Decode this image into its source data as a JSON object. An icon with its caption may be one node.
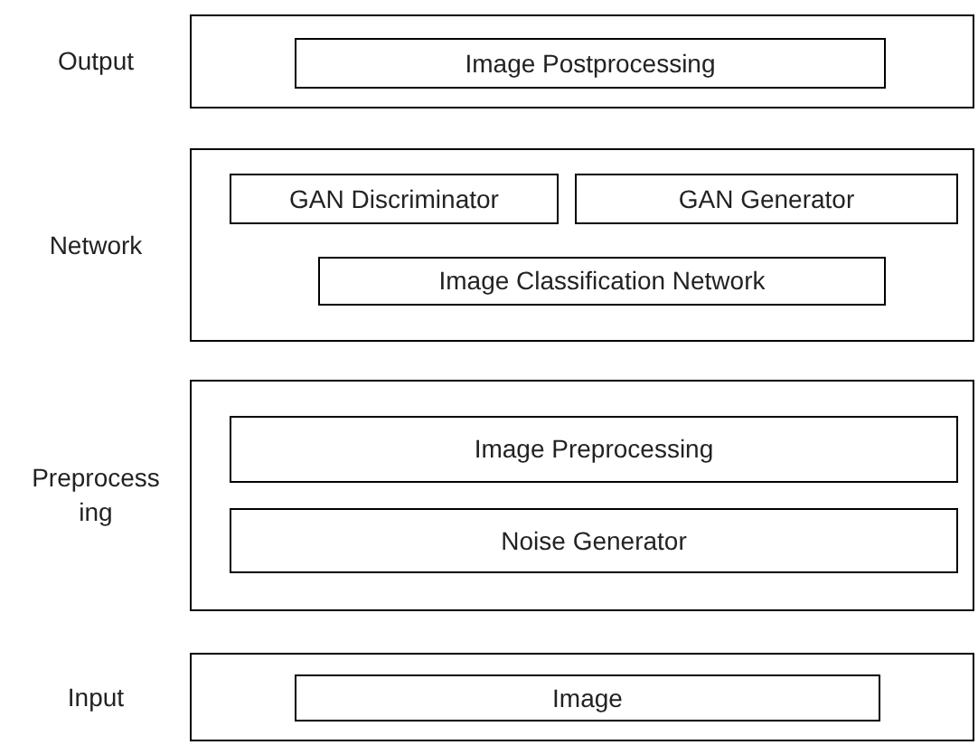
{
  "diagram": {
    "nodes": [
      {
        "text": [
          "Output"
        ]
      },
      {
        "text": [
          "Image Postprocessing"
        ],
        "in": 0
      },
      {
        "text": [
          "Network"
        ]
      },
      {
        "text": [
          "GAN Discriminator"
        ],
        "in": 2
      },
      {
        "text": [
          "GAN Generator"
        ],
        "in": 2
      },
      {
        "text": [
          "Image Classification Network"
        ],
        "in": 2
      },
      {
        "text": [
          "Preprocess ing"
        ]
      },
      {
        "text": [
          "Image Preprocessing"
        ],
        "in": 6
      },
      {
        "text": [
          "Noise Generator"
        ],
        "in": 6
      },
      {
        "text": [
          "Input"
        ]
      },
      {
        "text": [
          "Image"
        ],
        "in": 9
      }
    ]
  }
}
